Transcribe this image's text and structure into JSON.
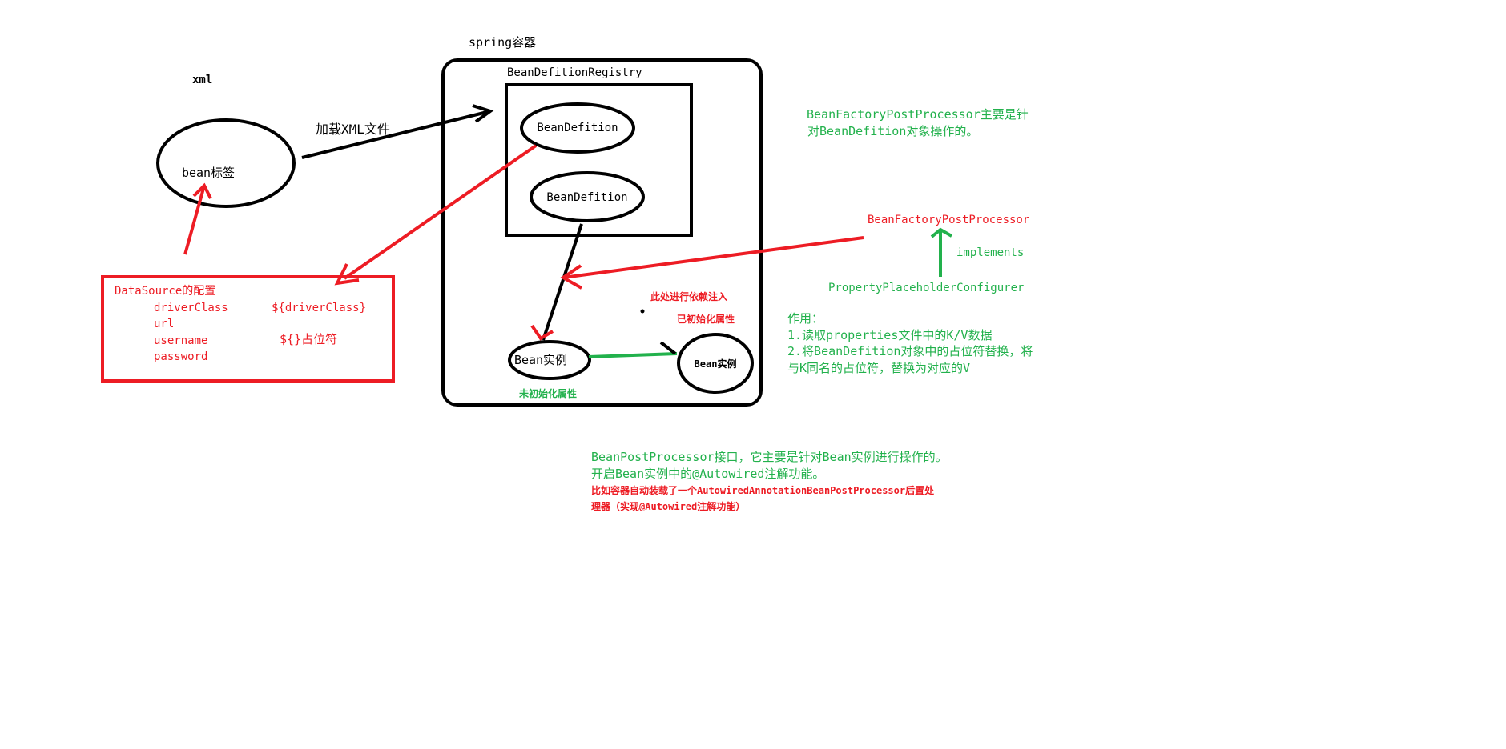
{
  "labels": {
    "spring_container": "spring容器",
    "xml": "xml",
    "registry": "BeanDefitionRegistry",
    "bean_tag": "bean标签",
    "load_xml": "加载XML文件",
    "bean_def_1": "BeanDefition",
    "bean_def_2": "BeanDefition",
    "bean_instance_1": "Bean实例",
    "bean_instance_2": "Bean实例",
    "di_here": "此处进行依赖注入",
    "initialized": "已初始化属性",
    "uninitialized": "未初始化属性",
    "bfpp": "BeanFactoryPostProcessor",
    "implements": "implements",
    "placeholder_configurer": "PropertyPlaceholderConfigurer"
  },
  "datasource": {
    "title": "DataSource的配置",
    "rows": [
      {
        "key": "driverClass",
        "value": "${driverClass}"
      },
      {
        "key": "url",
        "value": ""
      },
      {
        "key": "username",
        "value": "${}占位符"
      },
      {
        "key": "password",
        "value": ""
      }
    ]
  },
  "notes": {
    "bfpp_desc_1": "BeanFactoryPostProcessor主要是针",
    "bfpp_desc_2": "对BeanDefition对象操作的。",
    "role_title": "作用：",
    "role_1": "1.读取properties文件中的K/V数据",
    "role_2a": "2.将BeanDefition对象中的占位符替换，将",
    "role_2b": "与K同名的占位符，替换为对应的V",
    "bpp_1": "BeanPostProcessor接口，它主要是针对Bean实例进行操作的。",
    "bpp_2": "开启Bean实例中的@Autowired注解功能。",
    "bpp_3": "比如容器自动装载了一个AutowiredAnnotationBeanPostProcessor后置处",
    "bpp_4": "理器（实现@Autowired注解功能）"
  },
  "colors": {
    "black": "#000000",
    "red": "#ed1c24",
    "green": "#22b14c"
  }
}
